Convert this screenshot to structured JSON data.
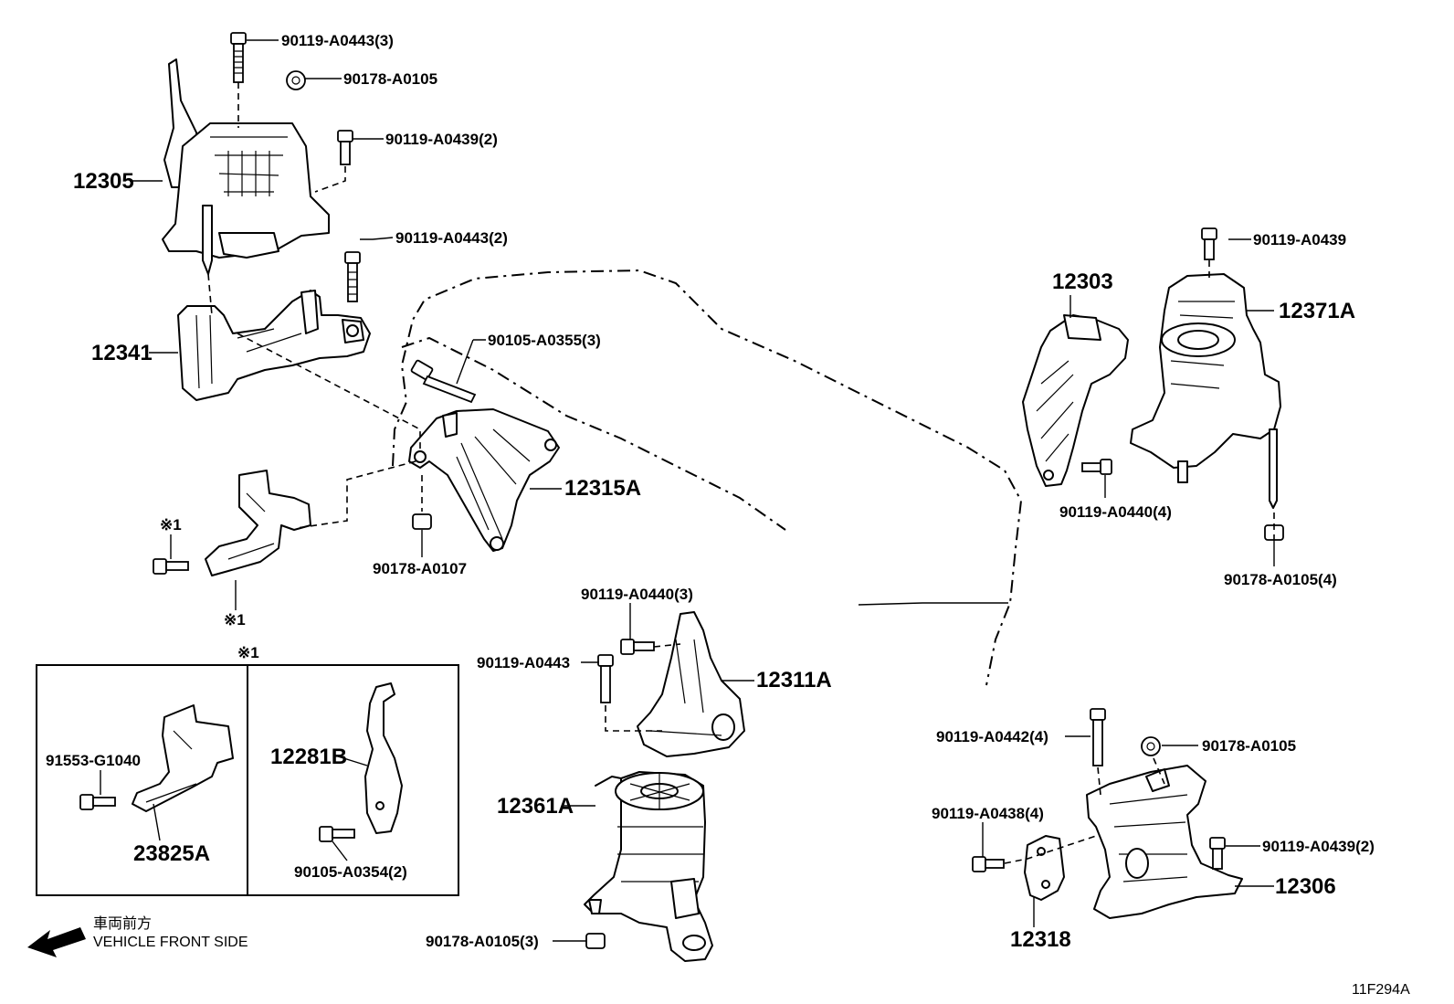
{
  "labels": {
    "p12305": "12305",
    "p12341": "12341",
    "p12315A": "12315A",
    "p12303": "12303",
    "p12371A": "12371A",
    "p12311A": "12311A",
    "p12361A": "12361A",
    "p12306": "12306",
    "p12318": "12318",
    "p12281B": "12281B",
    "p23825A": "23825A",
    "b_0443_3": "90119-A0443(3)",
    "n_0105_top": "90178-A0105",
    "b_0439_2_top": "90119-A0439(2)",
    "b_0443_2": "90119-A0443(2)",
    "b_0355_3": "90105-A0355(3)",
    "n_0107": "90178-A0107",
    "b_0439_right": "90119-A0439",
    "b_0440_4": "90119-A0440(4)",
    "n_0105_4": "90178-A0105(4)",
    "b_0440_3": "90119-A0440(3)",
    "b_0443_mid": "90119-A0443",
    "n_0105_3": "90178-A0105(3)",
    "b_0442_4": "90119-A0442(4)",
    "n_0105_br": "90178-A0105",
    "b_0438_4": "90119-A0438(4)",
    "b_0439_2_br": "90119-A0439(2)",
    "b_g1040": "91553-G1040",
    "b_0354_2": "90105-A0354(2)",
    "mark1_a": "※1",
    "mark1_b": "※1",
    "mark1_box": "※1",
    "front_jp": "車両前方",
    "front_en": "VEHICLE FRONT SIDE",
    "fig_code": "11F294A"
  },
  "icons": {
    "front_arrow": "arrow-left-icon"
  },
  "colors": {
    "ink": "#000000",
    "paper": "#ffffff"
  }
}
